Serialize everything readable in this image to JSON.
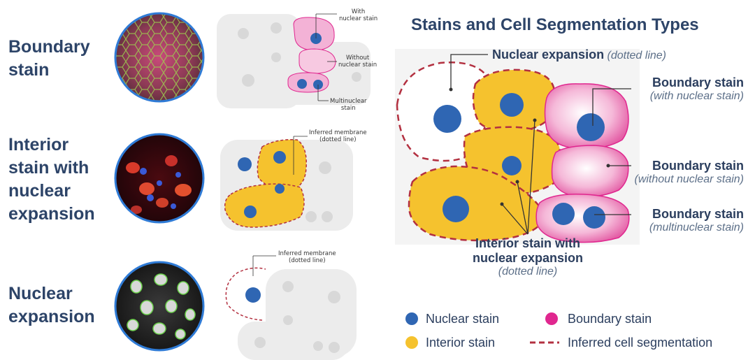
{
  "rows": [
    {
      "label_lines": [
        "Boundary",
        "stain"
      ]
    },
    {
      "label_lines": [
        "Interior",
        "stain with",
        "nuclear",
        "expansion"
      ]
    },
    {
      "label_lines": [
        "Nuclear",
        "expansion"
      ]
    }
  ],
  "small_diagrams": {
    "boundary": {
      "with_nuclear": [
        "With",
        "nuclear stain"
      ],
      "without_nuclear": [
        "Without",
        "nuclear stain"
      ],
      "multinuclear": [
        "Multinuclear",
        "stain"
      ]
    },
    "interior": {
      "inferred": [
        "Inferred membrane",
        "(dotted line)"
      ]
    },
    "nuclear": {
      "inferred": [
        "Inferred membrane",
        "(dotted line)"
      ]
    }
  },
  "main_diagram": {
    "title": "Stains and Cell Segmentation Types",
    "nuclear_expansion": {
      "bold": "Nuclear expansion",
      "italic": "(dotted line)"
    },
    "boundary_with": {
      "bold": "Boundary stain",
      "italic": "(with nuclear stain)"
    },
    "boundary_without": {
      "bold": "Boundary stain",
      "italic": "(without nuclear stain)"
    },
    "boundary_multi": {
      "bold": "Boundary stain",
      "italic": "(multinuclear stain)"
    },
    "interior": {
      "bold_lines": [
        "Interior stain with",
        "nuclear expansion"
      ],
      "italic": "(dotted line)"
    }
  },
  "legend": {
    "nuclear": "Nuclear stain",
    "boundary": "Boundary stain",
    "interior": "Interior stain",
    "inferred": "Inferred cell segmentation"
  },
  "colors": {
    "nuclear": "#2f66b3",
    "boundary": "#e0278f",
    "interior": "#f5c22e",
    "inferred": "#b33040",
    "title": "#2d4468"
  }
}
